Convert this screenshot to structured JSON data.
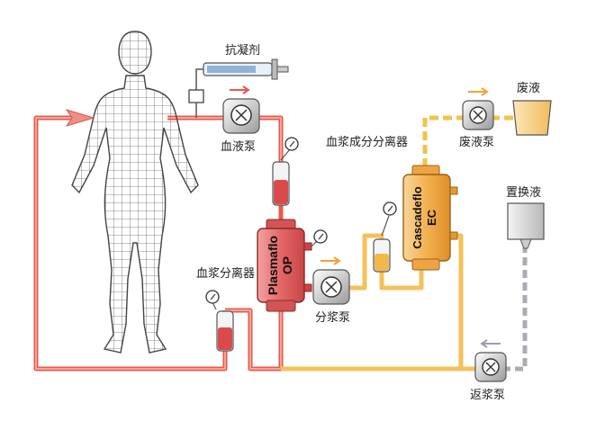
{
  "labels": {
    "anticoagulant": "抗凝剂",
    "blood_pump": "血液泵",
    "plasma_separator": "血浆分离器",
    "plasma_pump": "分浆泵",
    "plasma_fractionator": "血浆成分分离器",
    "waste_fluid": "废液",
    "waste_pump": "废液泵",
    "replacement_fluid": "置换液",
    "return_pump": "返浆泵"
  },
  "devices": {
    "separator_line1": "Plasmaflo",
    "separator_line2": "OP",
    "fractionator_line1": "Cascadeflo",
    "fractionator_line2": "EC"
  },
  "colors": {
    "blood": "#f07c6b",
    "plasma": "#f7c96a",
    "waste": "#f4c34d",
    "replacement": "#9aa0a6",
    "arrow": "#f2a23b"
  },
  "icons": [
    "human-body-icon",
    "syringe-icon",
    "pump-icon",
    "pressure-gauge-icon",
    "drip-chamber-icon",
    "fluid-bag-icon",
    "flow-arrow-icon"
  ]
}
